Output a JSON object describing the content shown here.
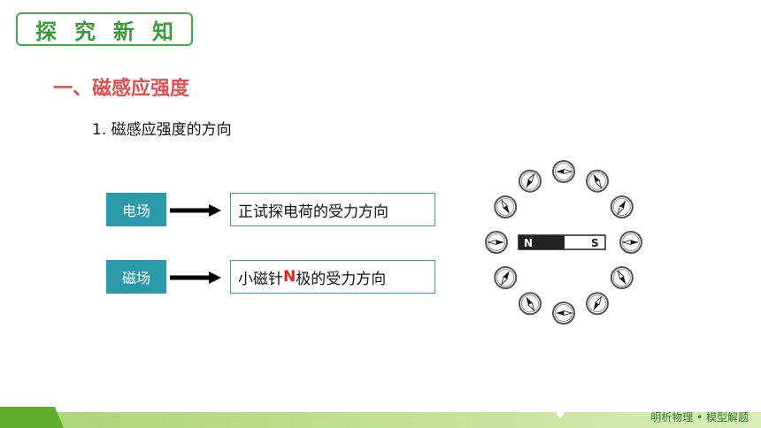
{
  "header": {
    "tag_chars": [
      "探",
      "究",
      "新",
      "知"
    ]
  },
  "section": {
    "heading": "一、磁感应强度",
    "subheading": "1. 磁感应强度的方向"
  },
  "rows": [
    {
      "label": "电场",
      "description": "正试探电荷的受力方向"
    },
    {
      "label": "磁场",
      "description_before": "小磁针",
      "description_highlight": "N",
      "description_after": "极的受力方向"
    }
  ],
  "diagram": {
    "magnet_north": "N",
    "magnet_south": "S"
  },
  "footer": {
    "text": "明析物理 • 模型解题"
  },
  "colors": {
    "accent_green": "#3fae49",
    "heading_red": "#e05050",
    "label_teal": "#2a9aa8",
    "highlight_red": "#e02020"
  }
}
